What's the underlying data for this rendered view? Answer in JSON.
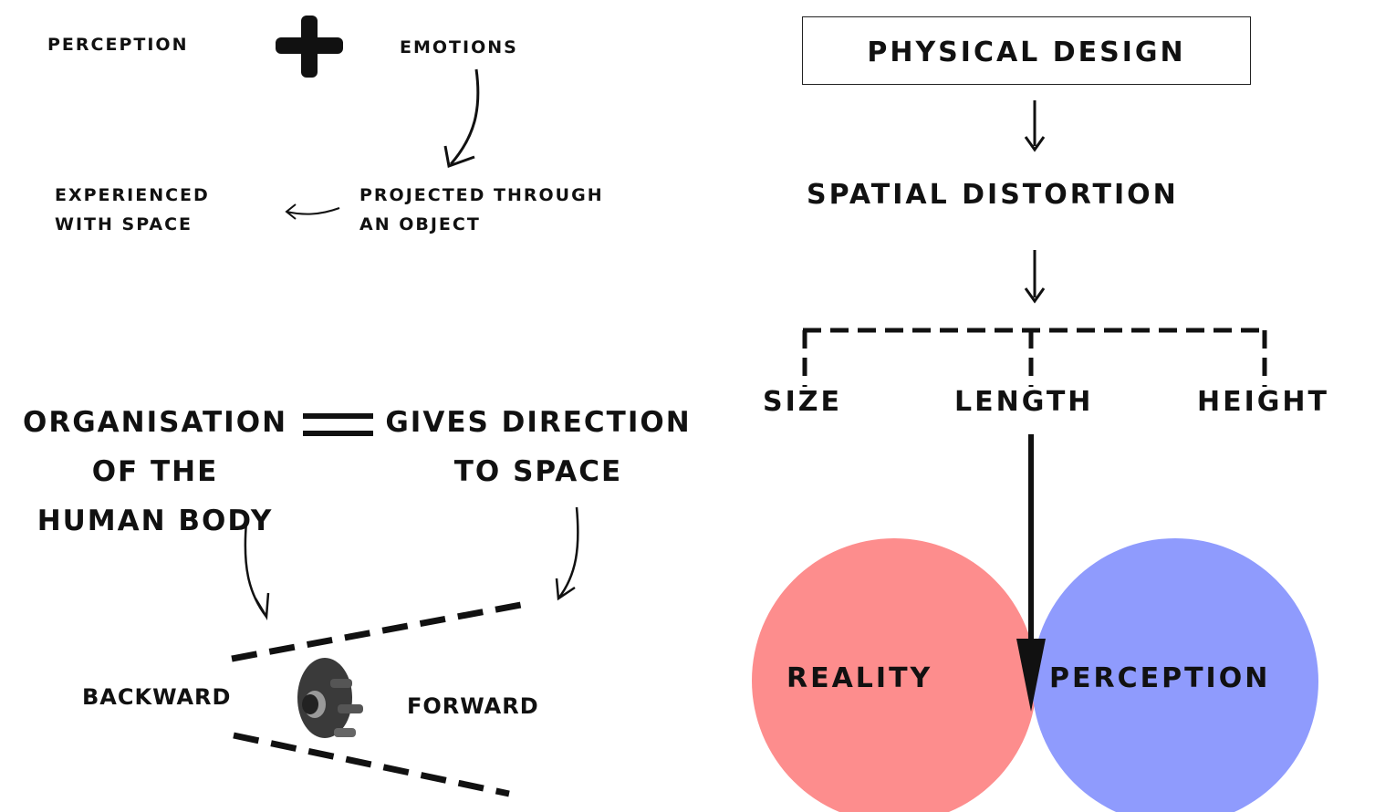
{
  "top_left": {
    "perception": "PERCEPTION",
    "emotions": "EMOTIONS",
    "experienced_line1": "EXPERIENCED",
    "experienced_line2": "WITH SPACE",
    "projected_line1": "PROJECTED THROUGH",
    "projected_line2": "AN OBJECT"
  },
  "bottom_left": {
    "organisation_line1": "ORGANISATION",
    "organisation_line2": "OF THE",
    "organisation_line3": "HUMAN BODY",
    "gives_line1": "GIVES DIRECTION",
    "gives_line2": "TO SPACE",
    "backward": "BACKWARD",
    "forward": "FORWARD"
  },
  "right": {
    "physical_design": "PHYSICAL DESIGN",
    "spatial_distortion": "SPATIAL DISTORTION",
    "size": "SIZE",
    "length": "LENGTH",
    "height": "HEIGHT",
    "reality": "REALITY",
    "perception": "PERCEPTION"
  },
  "colors": {
    "reality_circle": "#fd8d8d",
    "perception_circle": "#8f9bfd",
    "ink": "#111111"
  }
}
